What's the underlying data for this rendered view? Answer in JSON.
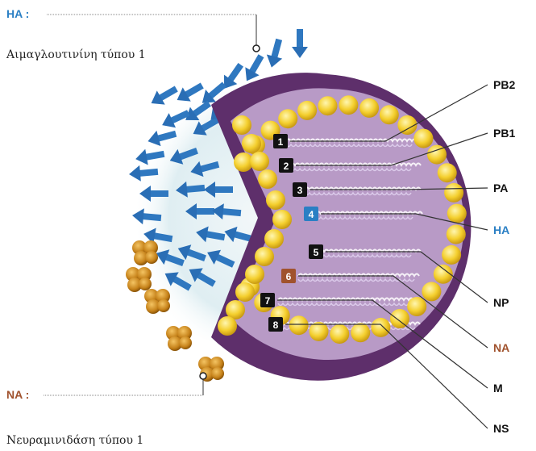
{
  "colors": {
    "ha_blue": "#2a7fc4",
    "na_brown": "#a0522d",
    "membrane_purple": "#5e2f6b",
    "core_lilac": "#b89ac6",
    "bead_yellow": "#f6d23c",
    "spike_blue": "#2f78c0",
    "na_gold": "#c98a1a"
  },
  "top_label": {
    "code": "HA :",
    "name": "Αιμαγλουτινίνη τύπου 1"
  },
  "bottom_label": {
    "code": "NA :",
    "name": "Νευραμινιδάση τύπου 1"
  },
  "segments": [
    {
      "number": "1",
      "gene": "PB2",
      "color": "#111111"
    },
    {
      "number": "2",
      "gene": "PB1",
      "color": "#111111"
    },
    {
      "number": "3",
      "gene": "PA",
      "color": "#111111"
    },
    {
      "number": "4",
      "gene": "HA",
      "color": "#2a7fc4"
    },
    {
      "number": "5",
      "gene": "NP",
      "color": "#111111"
    },
    {
      "number": "6",
      "gene": "NA",
      "color": "#a0522d"
    },
    {
      "number": "7",
      "gene": "M",
      "color": "#111111"
    },
    {
      "number": "8",
      "gene": "NS",
      "color": "#111111"
    }
  ]
}
